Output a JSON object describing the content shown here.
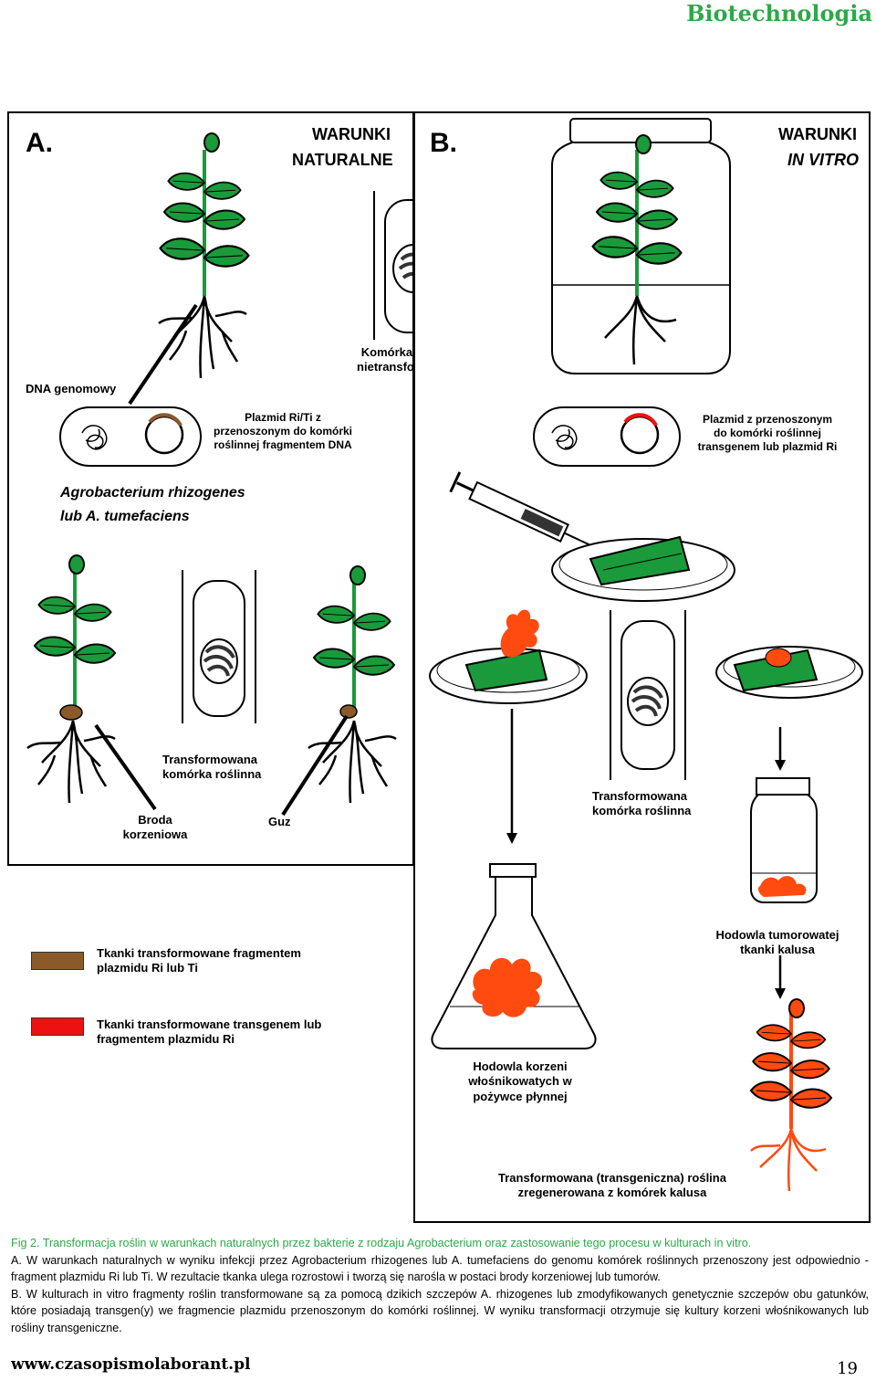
{
  "header": {
    "section": "Biotechnologia"
  },
  "panel_a": {
    "letter": "A.",
    "condition_line1": "WARUNKI",
    "condition_line2": "NATURALNE",
    "dna_label": "DNA genomowy",
    "plasmid_label_1": "Plazmid Ri/Ti z",
    "plasmid_label_2": "przenoszonym do komórki",
    "plasmid_label_3": "roślinnej fragmentem DNA",
    "bacteria_1": "Agrobacterium rhizogenes",
    "bacteria_2": "lub A. tumefaciens",
    "untransformed_1": "Komórka roślinna",
    "untransformed_2": "nietransformowana",
    "transformed_1": "Transformowana",
    "transformed_2": "komórka roślinna",
    "root_beard_1": "Broda",
    "root_beard_2": "korzeniowa",
    "tumor": "Guz"
  },
  "panel_b": {
    "letter": "B.",
    "condition_line1": "WARUNKI",
    "condition_line2": "IN VITRO",
    "plasmid_label_1": "Plazmid z przenoszonym",
    "plasmid_label_2": "do komórki roślinnej",
    "plasmid_label_3": "transgenem lub plazmid Ri",
    "transformed_1": "Transformowana",
    "transformed_2": "komórka roślinna",
    "callus_1": "Hodowla tumorowatej",
    "callus_2": "tkanki kalusa",
    "hairy_1": "Hodowla korzeni",
    "hairy_2": "włośnikowatych w",
    "hairy_3": "pożywce płynnej",
    "regen_1": "Transformowana (transgeniczna) roślina",
    "regen_2": "zregenerowana z komórek kalusa"
  },
  "legend": {
    "brown_1": "Tkanki transformowane fragmentem",
    "brown_2": "plazmidu Ri lub Ti",
    "red_1": "Tkanki transformowane transgenem lub",
    "red_2": "fragmentem plazmidu Ri",
    "brown_color": "#8b5a2b",
    "red_color": "#ee1111"
  },
  "caption": {
    "line1": "Fig 2. Transformacja roślin w warunkach naturalnych przez bakterie z rodzaju Agrobacterium oraz zastosowanie tego procesu w kulturach in vitro.",
    "line2": "A. W warunkach naturalnych w wyniku infekcji przez Agrobacterium rhizogenes lub A. tumefaciens do genomu komórek roślinnych przenoszony jest odpowiednio - fragment plazmidu Ri lub Ti. W rezultacie tkanka ulega rozrostowi i tworzą się narośla w postaci brody korzeniowej lub tumorów.",
    "line3": "B. W kulturach in vitro fragmenty roślin transformowane są za pomocą dzikich szczepów A. rhizogenes lub zmodyfikowanych genetycznie szczepów obu gatunków, które posiadają transgen(y) we fragmencie plazmidu przenoszonym do komórki roślinnej. W wyniku transformacji otrzymuje się kultury korzeni włośnikowanych lub rośliny transgeniczne."
  },
  "footer": {
    "url": "www.czasopismolaborant.pl",
    "page": "19"
  },
  "colors": {
    "accent": "#2ea84a",
    "leaf": "#1a9a3a",
    "callus": "#ff4a10"
  }
}
